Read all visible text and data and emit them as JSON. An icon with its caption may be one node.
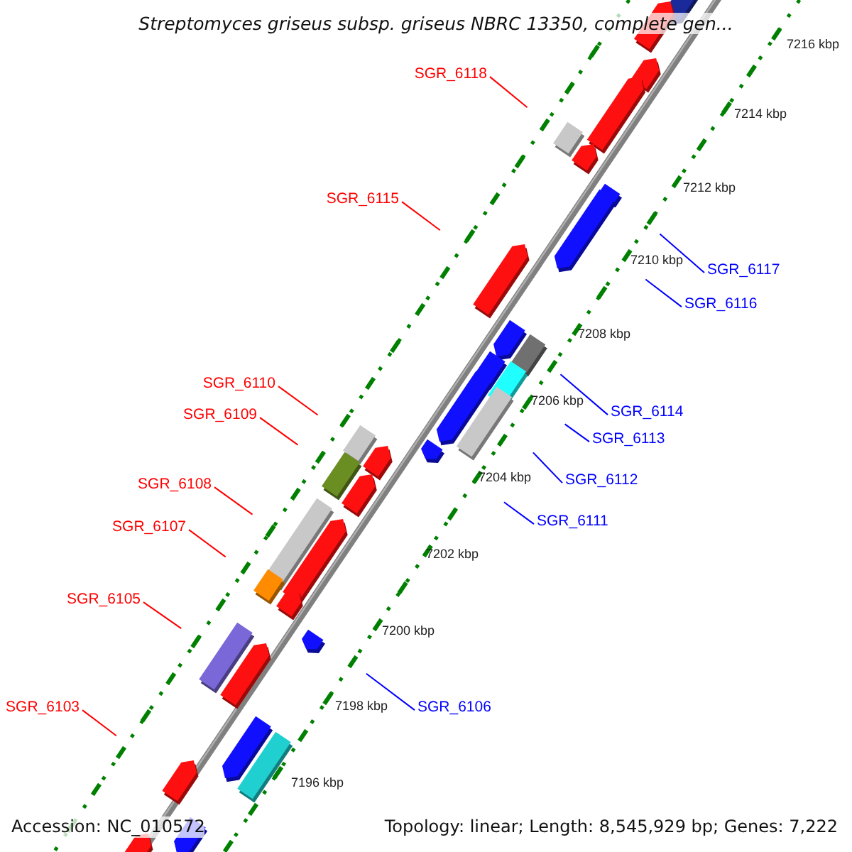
{
  "diagram": {
    "title": "Streptomyces griseus subsp. griseus NBRC 13350, complete gen...",
    "nodes": [
      {
        "text": [
          "SGR_6118"
        ]
      },
      {
        "text": [
          "SGR_6115"
        ]
      },
      {
        "text": [
          "SGR_6117"
        ]
      },
      {
        "text": [
          "SGR_6116"
        ]
      },
      {
        "text": [
          "SGR_6110"
        ]
      },
      {
        "text": [
          "SGR_6109"
        ]
      },
      {
        "text": [
          "SGR_6114"
        ]
      },
      {
        "text": [
          "SGR_6113"
        ]
      },
      {
        "text": [
          "SGR_6108"
        ]
      },
      {
        "text": [
          "SGR_6112"
        ]
      },
      {
        "text": [
          "SGR_6107"
        ]
      },
      {
        "text": [
          "SGR_6111"
        ]
      },
      {
        "text": [
          "SGR_6105"
        ]
      },
      {
        "text": [
          "SGR_6103"
        ]
      },
      {
        "text": [
          "SGR_6106"
        ]
      }
    ],
    "edges": [
      {
        "from": 0,
        "to": null,
        "arrow": "none"
      },
      {
        "from": 1,
        "to": null,
        "arrow": "none"
      },
      {
        "from": 2,
        "to": null,
        "arrow": "none",
        "color": "#0000ff"
      },
      {
        "from": 3,
        "to": null,
        "arrow": "none",
        "color": "#0000ff"
      },
      {
        "from": 4,
        "to": null,
        "arrow": "none"
      },
      {
        "from": 5,
        "to": null,
        "arrow": "none"
      },
      {
        "from": 6,
        "to": null,
        "arrow": "none",
        "color": "#0000ff"
      },
      {
        "from": 7,
        "to": null,
        "arrow": "none",
        "color": "#0000ff"
      },
      {
        "from": 8,
        "to": null,
        "arrow": "none"
      },
      {
        "from": 9,
        "to": null,
        "arrow": "none",
        "color": "#0000ff"
      },
      {
        "from": 10,
        "to": null,
        "arrow": "none"
      },
      {
        "from": 11,
        "to": null,
        "arrow": "none",
        "color": "#0000ff"
      },
      {
        "from": 12,
        "to": null,
        "arrow": "none"
      },
      {
        "from": 13,
        "to": null,
        "arrow": "none"
      },
      {
        "from": 14,
        "to": null,
        "arrow": "none",
        "color": "#0000ff"
      }
    ],
    "labels": [
      "7216 kbp",
      "7214 kbp",
      "7212 kbp",
      "7210 kbp",
      "7208 kbp",
      "7206 kbp",
      "7204 kbp",
      "7202 kbp",
      "7200 kbp",
      "7198 kbp",
      "7196 kbp",
      "Accession: NC_010572",
      "Topology: linear; Length: 8,545,929 bp; Genes: 7,222"
    ]
  }
}
